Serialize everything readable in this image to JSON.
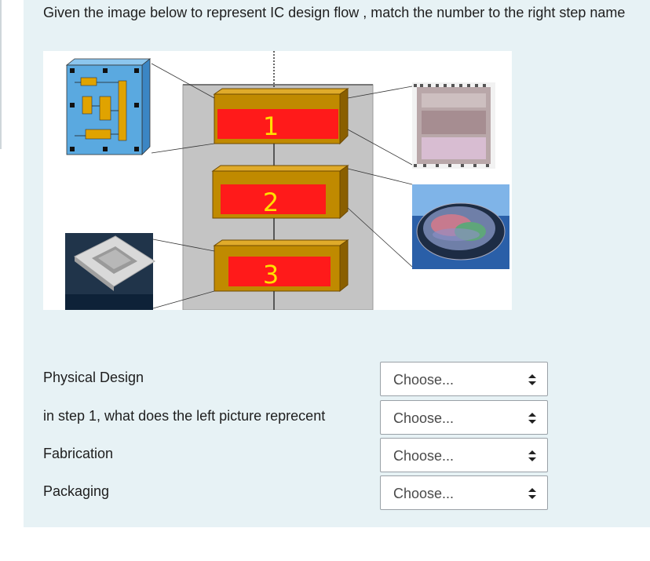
{
  "question": {
    "prompt": "Given the image below to represent IC design flow , match the number to the right step name"
  },
  "figure": {
    "step_labels": [
      "1",
      "2",
      "3"
    ],
    "colors": {
      "box_gold": "#c08a00",
      "box_red": "#ff1a1a",
      "label_yellow": "#ffe000",
      "backdrop_gray": "#c4c4c4",
      "cube_blue": "#5aa9e0"
    }
  },
  "matches": [
    {
      "item": "Physical Design",
      "select_value": "Choose..."
    },
    {
      "item": "in step 1, what does the left picture reprecent",
      "select_value": "Choose..."
    },
    {
      "item": "Fabrication",
      "select_value": "Choose..."
    },
    {
      "item": "Packaging",
      "select_value": "Choose..."
    }
  ]
}
